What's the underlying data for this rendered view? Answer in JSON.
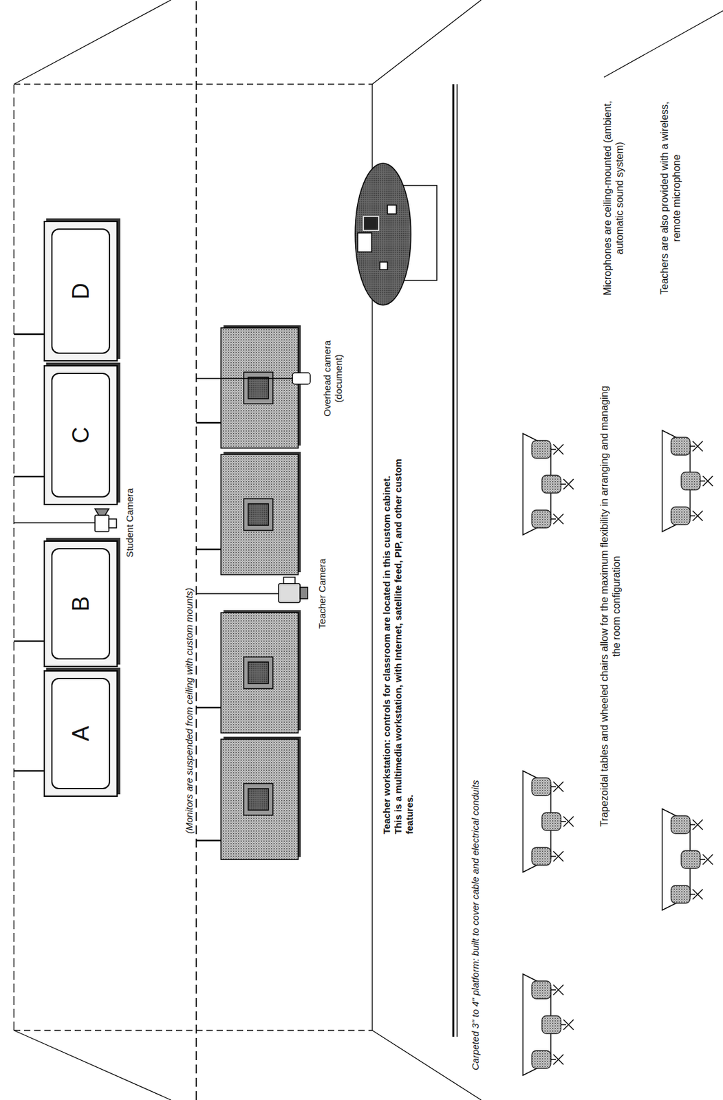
{
  "diagram": {
    "nodes": [
      {
        "text": [
          "A"
        ]
      },
      {
        "text": [
          "B"
        ]
      },
      {
        "text": [
          "C"
        ]
      },
      {
        "text": [
          "D"
        ]
      }
    ],
    "labels": [
      "(Monitors are suspended from ceiling with custom mounts)",
      "Student Camera",
      "Teacher Camera",
      "Overhead camera (document)",
      "Teacher workstation: controls for classroom are located in this custom cabinet. This is a multimedia workstation, with Internet, satellite feed, PIP, and other custom features.",
      "Carpeted 3\" to 4\" platform: built to cover cable and electrical conduits",
      "Trapezoidal tables and wheeled chairs allow for the maximum flexibility in arranging and managing the room configuration",
      "Microphones are ceiling-mounted (ambient, automatic sound system)",
      "Teachers are also provided with a wireless, remote microphone"
    ]
  }
}
